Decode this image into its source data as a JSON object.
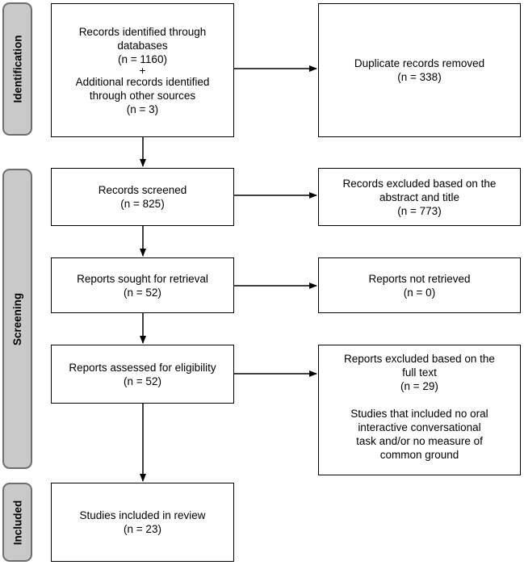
{
  "stages": {
    "identification": "Identification",
    "screening": "Screening",
    "included": "Included"
  },
  "boxes": {
    "records_identified": [
      "Records identified through",
      "databases",
      "(n = 1160)",
      "+",
      "Additional records identified",
      "through other sources",
      "(n = 3)"
    ],
    "duplicates_removed": [
      "Duplicate records removed",
      "(n = 338)"
    ],
    "records_screened": [
      "Records screened",
      "(n = 825)"
    ],
    "records_excluded": [
      "Records excluded based on the",
      "abstract and title",
      "(n = 773)"
    ],
    "reports_sought": [
      "Reports sought for retrieval",
      "(n = 52)"
    ],
    "reports_not_retrieved": [
      "Reports not retrieved",
      "(n = 0)"
    ],
    "reports_assessed": [
      "Reports assessed for eligibility",
      "(n = 52)"
    ],
    "reports_excluded": [
      "Reports excluded based on the",
      "full text",
      "(n = 29)",
      "",
      "Studies that included no oral",
      "interactive conversational",
      "task and/or no measure of",
      "common ground"
    ],
    "studies_included": [
      "Studies included in review",
      "(n = 23)"
    ]
  }
}
